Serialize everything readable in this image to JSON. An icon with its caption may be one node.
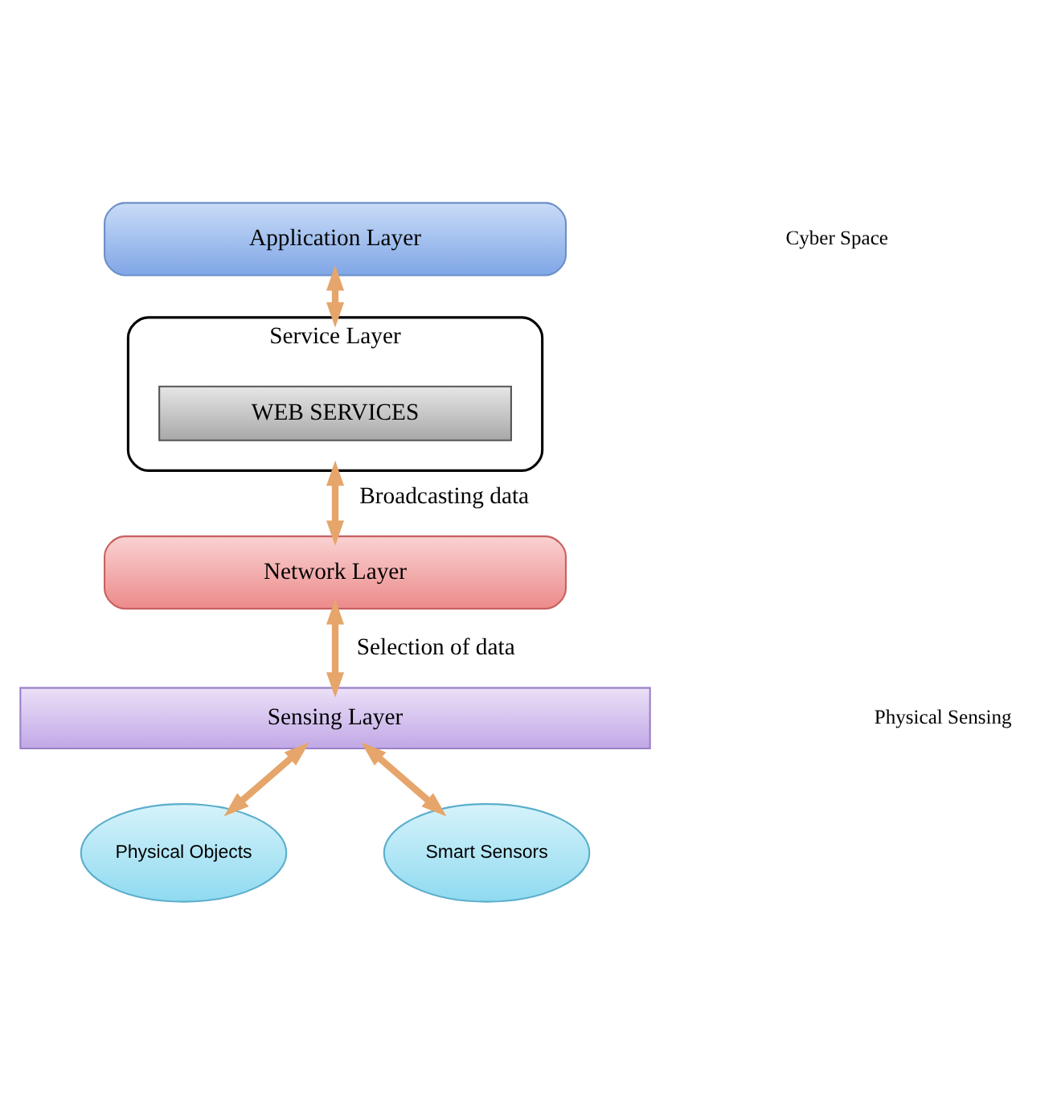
{
  "diagram": {
    "nodes": [
      {
        "text": [
          "Application Layer"
        ]
      },
      {
        "text": [
          "Service Layer"
        ]
      },
      {
        "text": [
          "WEB SERVICES"
        ],
        "in": 1
      },
      {
        "text": [
          "Network Layer"
        ]
      },
      {
        "text": [
          "Sensing Layer"
        ]
      },
      {
        "text": [
          "Physical Objects"
        ]
      },
      {
        "text": [
          "Smart Sensors"
        ]
      }
    ],
    "edges": [
      {
        "from": 0,
        "to": 1,
        "arrow": "both"
      },
      {
        "from": 1,
        "to": 3,
        "arrow": "both",
        "label": "Broadcasting data"
      },
      {
        "from": 3,
        "to": 4,
        "arrow": "both",
        "label": "Selection of data"
      },
      {
        "from": 4,
        "to": 5,
        "arrow": "both"
      },
      {
        "from": 4,
        "to": 6,
        "arrow": "both"
      }
    ],
    "labels": [
      "Cyber Space",
      "Physical Sensing"
    ]
  }
}
